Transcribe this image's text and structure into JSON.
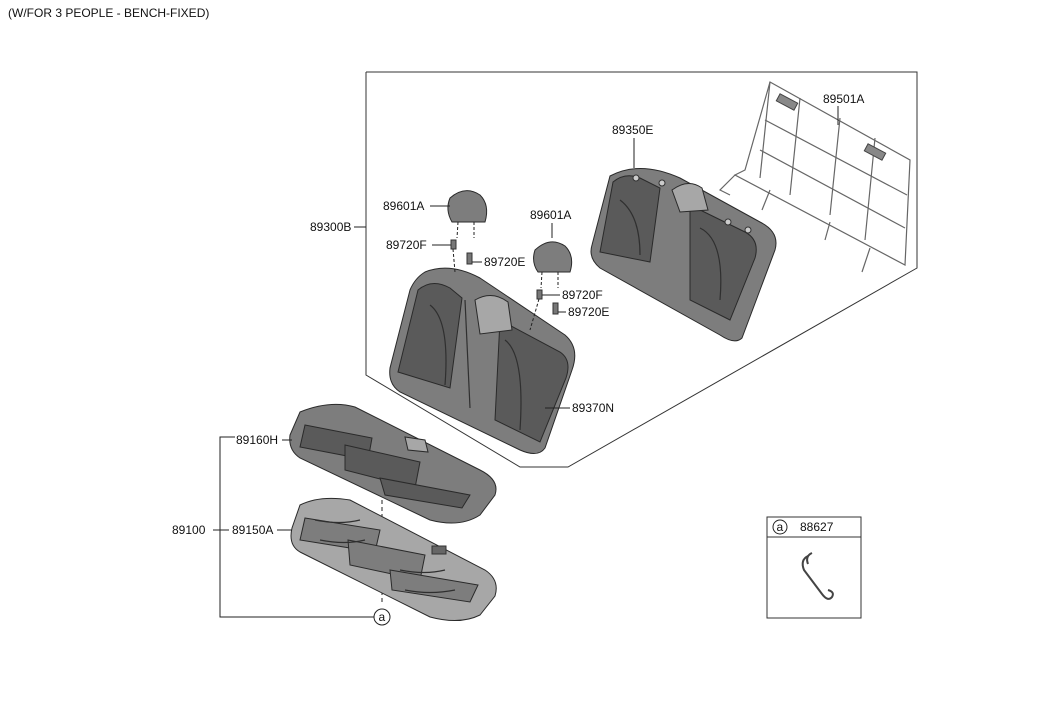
{
  "header": {
    "title": "(W/FOR 3 PEOPLE - BENCH-FIXED)"
  },
  "labels": {
    "p89300B": "89300B",
    "p89601A_left": "89601A",
    "p89601A_right": "89601A",
    "p89720F_left": "89720F",
    "p89720E_left": "89720E",
    "p89720F_right": "89720F",
    "p89720E_right": "89720E",
    "p89350E": "89350E",
    "p89501A": "89501A",
    "p89370N": "89370N",
    "p89160H": "89160H",
    "p89100": "89100",
    "p89150A": "89150A",
    "callout_a": "a"
  },
  "legend": {
    "marker": "a",
    "part": "88627"
  }
}
